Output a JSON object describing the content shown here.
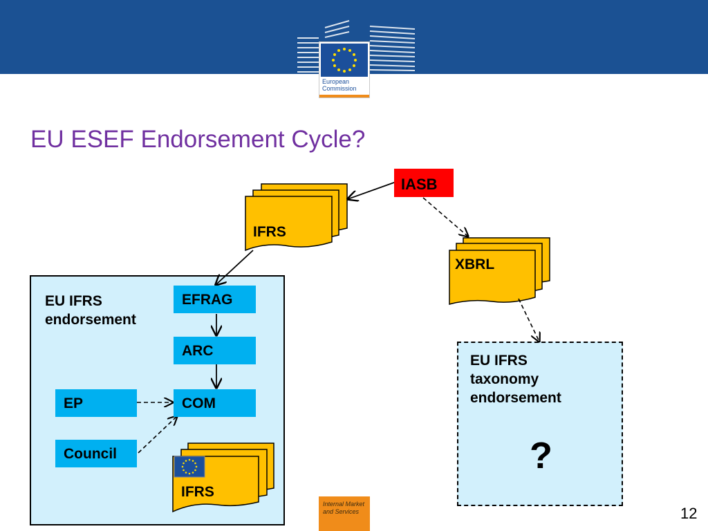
{
  "header": {
    "logo_text_line1": "European",
    "logo_text_line2": "Commission",
    "colors": {
      "bar": "#1b5193",
      "accent": "#f08c1a"
    }
  },
  "title": "EU ESEF Endorsement Cycle?",
  "diagram": {
    "iasb": "IASB",
    "ifrs_doc": "IFRS",
    "xbrl_doc": "XBRL",
    "eu_ifrs_endorsement": "EU IFRS endorsement",
    "efrag": "EFRAG",
    "arc": "ARC",
    "com": "COM",
    "ep": "EP",
    "council": "Council",
    "eu_ifrs_doc": "IFRS",
    "eu_ifrs_taxonomy": "EU IFRS taxonomy endorsement",
    "question": "?",
    "colors": {
      "doc": "#ffc000",
      "box": "#00b0f0",
      "panel": "#d2f0fc",
      "iasb": "#ff0000",
      "title": "#7030a0"
    }
  },
  "footer": {
    "badge_line1": "Internal Market",
    "badge_line2": "and Services",
    "page_number": "12"
  }
}
